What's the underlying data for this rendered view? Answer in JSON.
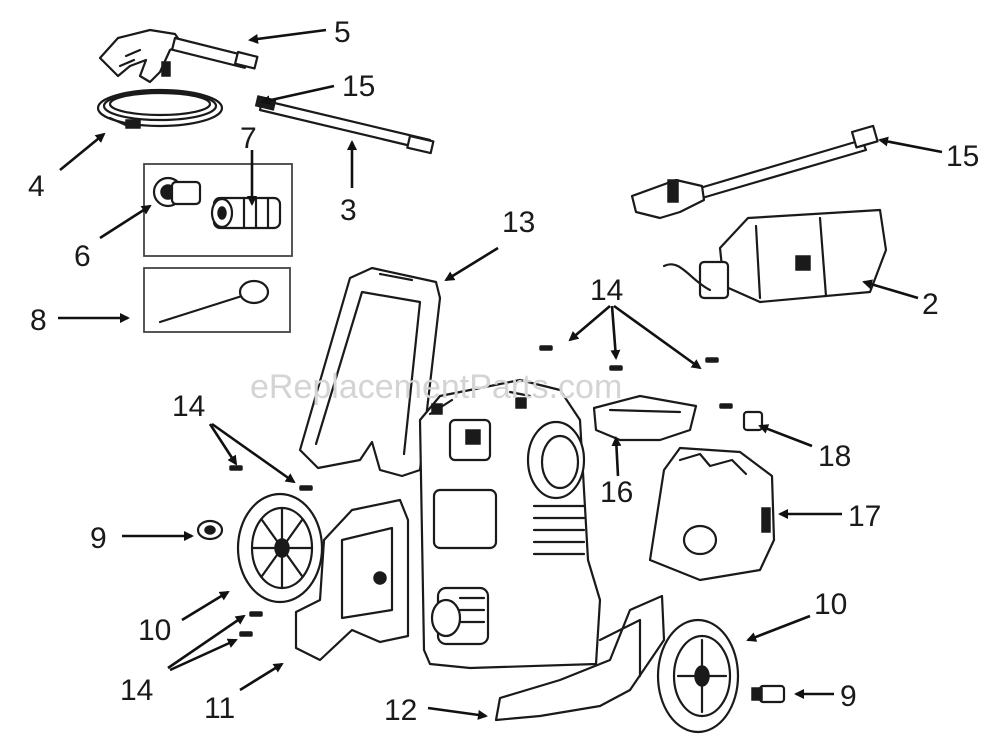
{
  "watermark": "eReplacementParts.com",
  "callouts": {
    "c1": "5",
    "c2": "15",
    "c3": "4",
    "c4": "7",
    "c5": "3",
    "c6": "6",
    "c7": "8",
    "c8": "15",
    "c9": "13",
    "c10": "2",
    "c11": "14",
    "c12": "14",
    "c13": "18",
    "c14": "16",
    "c15": "9",
    "c16": "17",
    "c17": "10",
    "c18": "10",
    "c19": "14",
    "c20": "11",
    "c21": "12",
    "c22": "9"
  }
}
